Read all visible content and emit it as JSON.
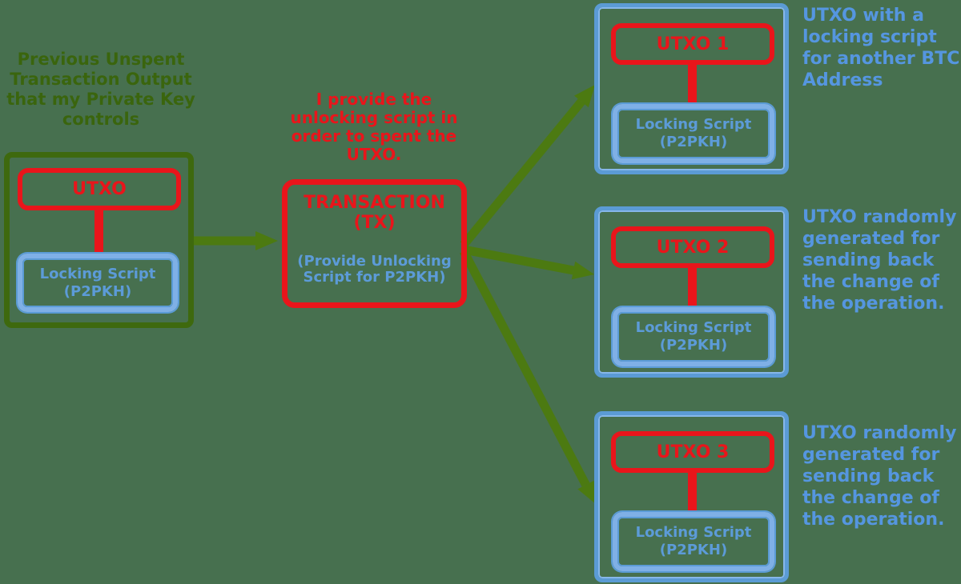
{
  "colors": {
    "background": "#47704F",
    "green_border": "#3E690E",
    "green_text": "#3A650D",
    "arrow_green": "#4C7A11",
    "red": "#E9151B",
    "blue_border": "#5B9BD5",
    "blue_light": "#7FB0E6",
    "blue_text": "#5C9BD8",
    "annotation_blue": "#5596E0"
  },
  "prev_output": {
    "note": "Previous Unspent\nTransaction Output\nthat my Private Key\ncontrols",
    "utxo_label": "UTXO",
    "locking_script": "Locking Script\n(P2PKH)"
  },
  "transaction": {
    "note": "I provide the\nunlocking script in\norder to spent the\nUTXO.",
    "title": "TRANSACTION\n(TX)",
    "subtitle": "(Provide Unlocking\nScript for P2PKH)"
  },
  "outputs": [
    {
      "utxo_label": "UTXO 1",
      "locking_script": "Locking Script\n(P2PKH)",
      "annotation": "UTXO with a\nlocking script\nfor another BTC\nAddress"
    },
    {
      "utxo_label": "UTXO 2",
      "locking_script": "Locking Script\n(P2PKH)",
      "annotation": "UTXO randomly\ngenerated for\nsending back\nthe change of\nthe operation."
    },
    {
      "utxo_label": "UTXO 3",
      "locking_script": "Locking Script\n(P2PKH)",
      "annotation": "UTXO randomly\ngenerated for\nsending back\nthe change of\nthe operation."
    }
  ]
}
